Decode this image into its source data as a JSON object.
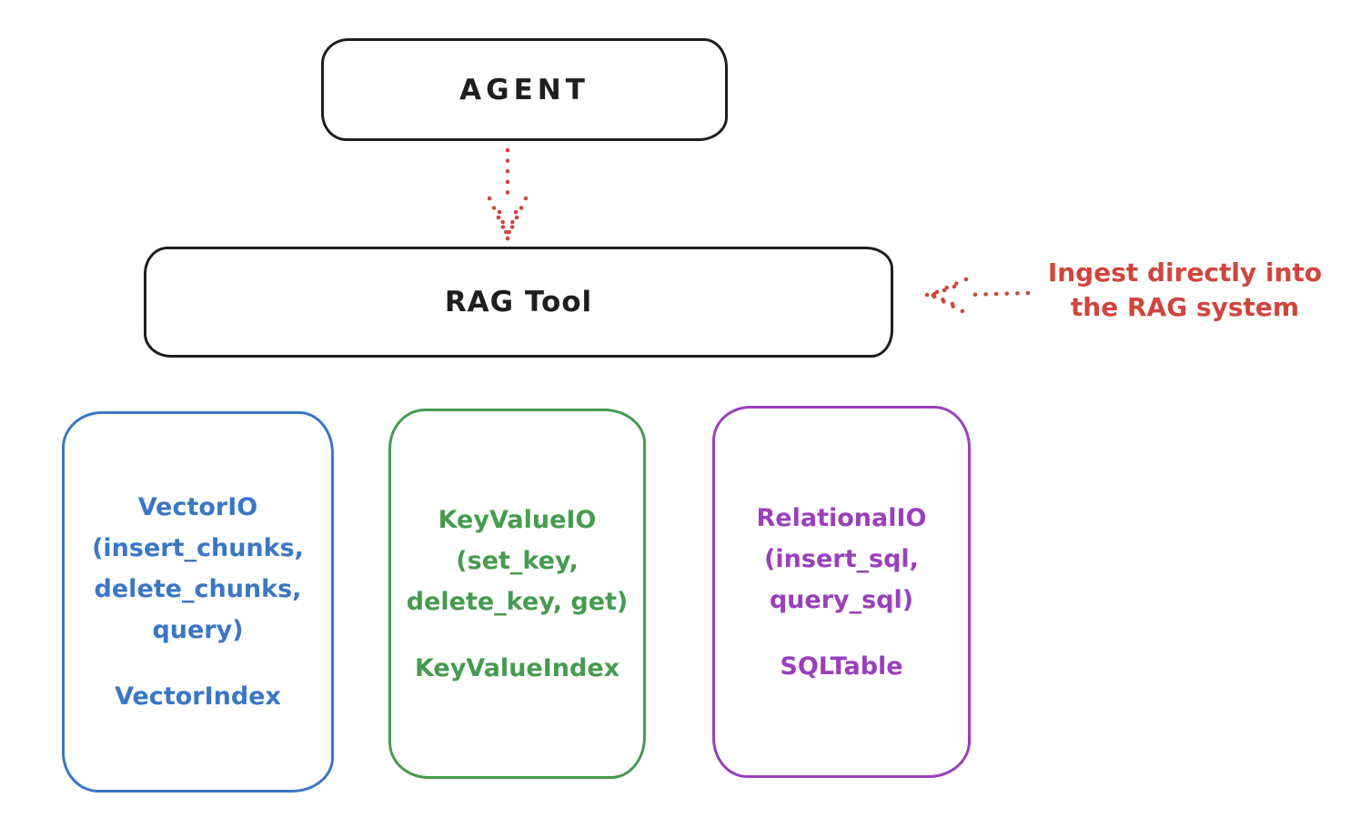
{
  "diagram": {
    "background_color": "#ffffff",
    "stroke_color": "#1e1e1e",
    "accent_red": "#d0453d",
    "nodes": {
      "agent": {
        "label": "AGENT",
        "border_color": "#1e1e1e"
      },
      "rag_tool": {
        "label": "RAG Tool",
        "border_color": "#1e1e1e"
      }
    },
    "backends": [
      {
        "id": "vector-io",
        "color": "#3b76c5",
        "lines": [
          "VectorIO",
          "(insert_chunks,",
          "delete_chunks,",
          "query)"
        ],
        "index_label": "VectorIndex"
      },
      {
        "id": "keyvalue-io",
        "color": "#469b4e",
        "lines": [
          "KeyValueIO",
          "(set_key,",
          "delete_key, get)"
        ],
        "index_label": "KeyValueIndex"
      },
      {
        "id": "relational-io",
        "color": "#9a3fbc",
        "lines": [
          "RelationalIO",
          "(insert_sql,",
          "query_sql)"
        ],
        "index_label": "SQLTable"
      }
    ],
    "annotation": {
      "line1": "Ingest directly into",
      "line2": "the RAG system",
      "color": "#d0453d"
    },
    "arrows": [
      {
        "id": "agent-to-rag-tool",
        "style": "dotted",
        "color": "#d0453d",
        "direction": "down"
      },
      {
        "id": "ingest-into-rag-tool",
        "style": "dotted",
        "color": "#d0453d",
        "direction": "left"
      }
    ]
  }
}
